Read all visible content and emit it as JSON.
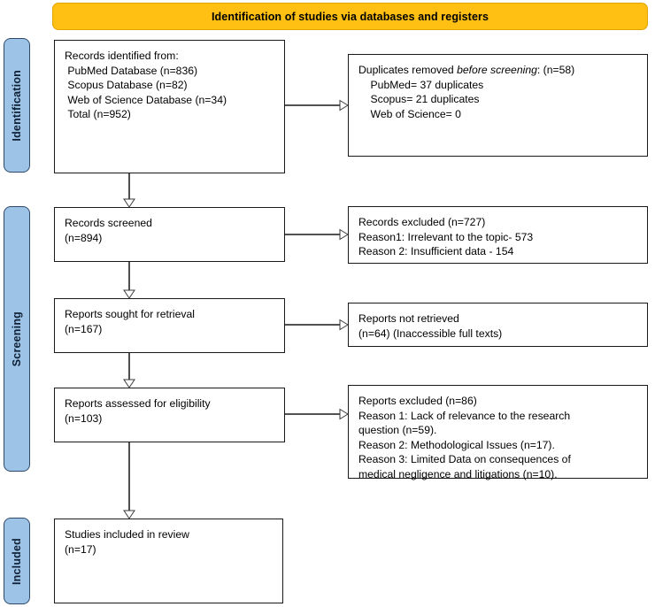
{
  "banner": {
    "title": "Identification of studies via databases and registers",
    "color": "#FFC013"
  },
  "stages": [
    {
      "key": "identification",
      "label": "Identification",
      "color": "#9DC3E6"
    },
    {
      "key": "screening",
      "label": "Screening",
      "color": "#9DC3E6"
    },
    {
      "key": "included",
      "label": "Included",
      "color": "#9DC3E6"
    }
  ],
  "flow": {
    "identification": {
      "records_identified": {
        "lines": [
          "Records identified from:",
          " PubMed Database (n=836)",
          " Scopus Database (n=82)",
          " Web of Science Database (n=34)",
          " Total (n=952)"
        ],
        "counts": {
          "pubmed": 836,
          "scopus": 82,
          "web_of_science": 34,
          "total": 952
        }
      },
      "duplicates_removed": {
        "heading_prefix": "Duplicates removed ",
        "heading_italic": "before screening",
        "heading_suffix": ": (n=58)",
        "lines": [
          "    PubMed= 37 duplicates",
          "    Scopus= 21 duplicates",
          "    Web of Science= 0"
        ],
        "counts": {
          "total": 58,
          "pubmed": 37,
          "scopus": 21,
          "web_of_science": 0
        }
      }
    },
    "screening": {
      "records_screened": {
        "lines": [
          "Records screened",
          "(n=894)"
        ],
        "count": 894
      },
      "records_excluded": {
        "lines": [
          "Records excluded (n=727)",
          "Reason1: Irrelevant to the topic- 573",
          "Reason 2: Insufficient data - 154"
        ],
        "count": 727,
        "reasons": [
          {
            "label": "Irrelevant to the topic",
            "count": 573
          },
          {
            "label": "Insufficient data",
            "count": 154
          }
        ]
      },
      "reports_sought": {
        "lines": [
          "Reports sought for retrieval",
          "(n=167)"
        ],
        "count": 167
      },
      "reports_not_retrieved": {
        "lines": [
          "Reports not retrieved",
          "(n=64) (Inaccessible full texts)"
        ],
        "count": 64
      },
      "reports_assessed": {
        "lines": [
          "Reports assessed for eligibility",
          "(n=103)"
        ],
        "count": 103
      },
      "reports_excluded": {
        "lines": [
          "Reports excluded (n=86)",
          "Reason 1: Lack of relevance to the research",
          "question (n=59).",
          "Reason 2: Methodological Issues (n=17).",
          "Reason 3: Limited Data on consequences of",
          "medical negligence and litigations (n=10)."
        ],
        "count": 86,
        "reasons": [
          {
            "label": "Lack of relevance to the research question",
            "count": 59
          },
          {
            "label": "Methodological Issues",
            "count": 17
          },
          {
            "label": "Limited Data on consequences of medical negligence and litigations",
            "count": 10
          }
        ]
      }
    },
    "included": {
      "studies_included": {
        "lines": [
          "Studies included in review",
          "(n=17)"
        ],
        "count": 17
      }
    }
  }
}
